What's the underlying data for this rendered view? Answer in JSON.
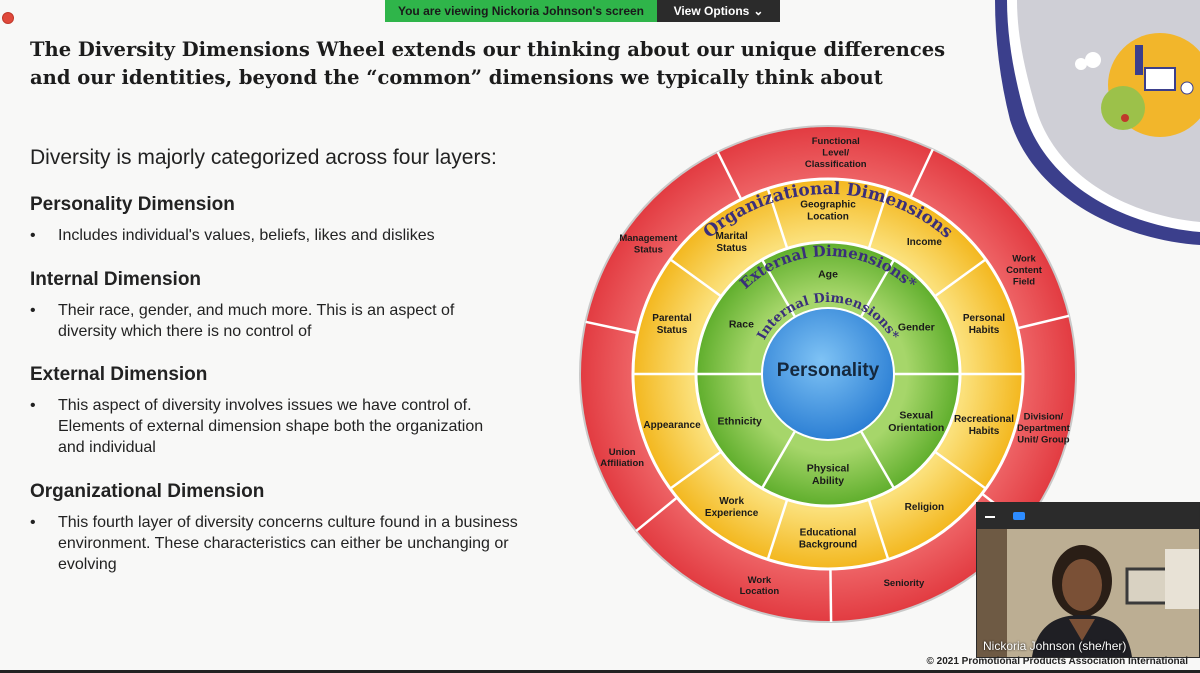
{
  "zoom": {
    "share_banner": "You are viewing Nickoria Johnson's screen",
    "view_options": "View Options",
    "view_options_icon": "chevron-down-icon",
    "participant_name": "Nickoria Johnson (she/her)"
  },
  "slide": {
    "title": "The Diversity Dimensions Wheel extends our thinking about our unique differences and our identities, beyond the “common”  dimensions we typically think about",
    "subtitle": "Diversity is majorly categorized across four layers:",
    "sections": [
      {
        "heading": "Personality Dimension",
        "bullet": "Includes individual's values, beliefs, likes and dislikes"
      },
      {
        "heading": "Internal Dimension",
        "bullet": "Their race, gender, and much more. This is an aspect of diversity which there is no control of"
      },
      {
        "heading": "External Dimension",
        "bullet": "This aspect of diversity involves issues we have control of.  Elements of external dimension shape both the organization and individual"
      },
      {
        "heading": "Organizational Dimension",
        "bullet": "This fourth layer of diversity concerns culture found in a business environment. These characteristics can either be unchanging or evolving"
      }
    ],
    "copyright": "© 2021 Promotional Products Association International"
  },
  "wheel": {
    "center": "Personality",
    "internal_title": "Internal Dimensions*",
    "external_title": "External Dimensions*",
    "organizational_title": "Organizational Dimensions",
    "internal": [
      "Age",
      "Gender",
      "Sexual Orientation",
      "Physical Ability",
      "Ethnicity",
      "Race"
    ],
    "external": [
      "Geographic Location",
      "Income",
      "Personal Habits",
      "Recreational Habits",
      "Religion",
      "Educational Background",
      "Work Experience",
      "Appearance",
      "Parental Status",
      "Marital Status"
    ],
    "organizational": [
      "Functional Level/ Classification",
      "Work Content Field",
      "Division/ Department Unit/ Group",
      "Seniority",
      "Work Location",
      "Union Affiliation",
      "Management Status"
    ],
    "colors": {
      "org": "#e8444a",
      "ext": "#f7c63f",
      "int": "#7cc242",
      "core": "#3a8ee0"
    }
  }
}
